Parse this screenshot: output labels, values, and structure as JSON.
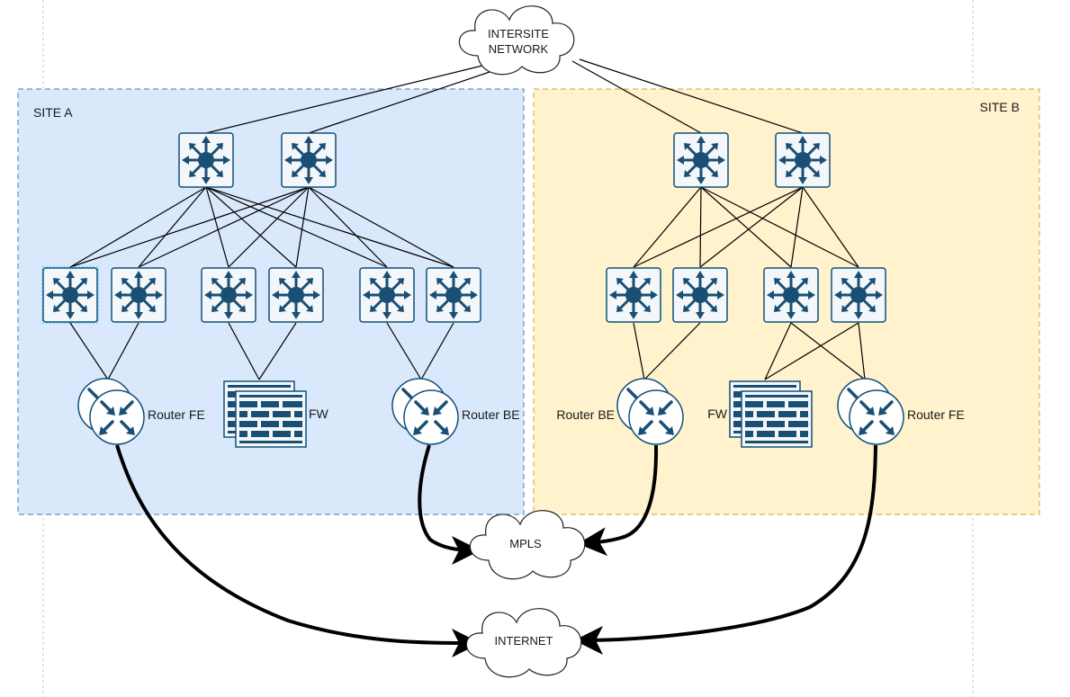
{
  "sites": {
    "a": {
      "label": "SITE A",
      "fill": "#dae8fc",
      "stroke": "#6c8ebf"
    },
    "b": {
      "label": "SITE B",
      "fill": "#fff2cc",
      "stroke": "#d6b656"
    }
  },
  "clouds": {
    "intersite": {
      "line1": "INTERSITE",
      "line2": "NETWORK"
    },
    "mpls": {
      "label": "MPLS"
    },
    "internet": {
      "label": "INTERNET"
    }
  },
  "devices": {
    "site_a": {
      "router_fe": {
        "label": "Router FE",
        "icon": "router-icon"
      },
      "firewall": {
        "label": "FW",
        "icon": "firewall-icon"
      },
      "router_be": {
        "label": "Router BE",
        "icon": "router-icon"
      }
    },
    "site_b": {
      "router_be": {
        "label": "Router BE",
        "icon": "router-icon"
      },
      "firewall": {
        "label": "FW",
        "icon": "firewall-icon"
      },
      "router_fe": {
        "label": "Router FE",
        "icon": "router-icon"
      }
    }
  },
  "switch_icon": "switch-icon",
  "colors": {
    "device_fill": "#f4f7fa",
    "device_stroke": "#10507a",
    "icon": "#1a4f74",
    "link": "#000000",
    "guide": "#c8c8c8"
  }
}
